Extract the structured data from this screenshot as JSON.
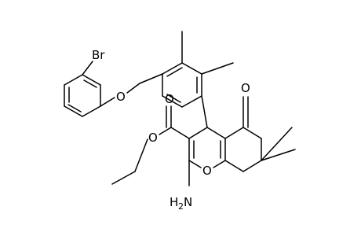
{
  "figure": {
    "type": "chemical-structure",
    "atom_labels": {
      "bromine": "Br",
      "ether_oxygen": "O",
      "ketone_oxygen": "O",
      "ester_oxygen": "O",
      "ester_alkoxy_oxygen": "O",
      "pyran_oxygen": "O",
      "amino_nitrogen": "H",
      "amino_subscript": "2",
      "amino_n": "N"
    }
  }
}
